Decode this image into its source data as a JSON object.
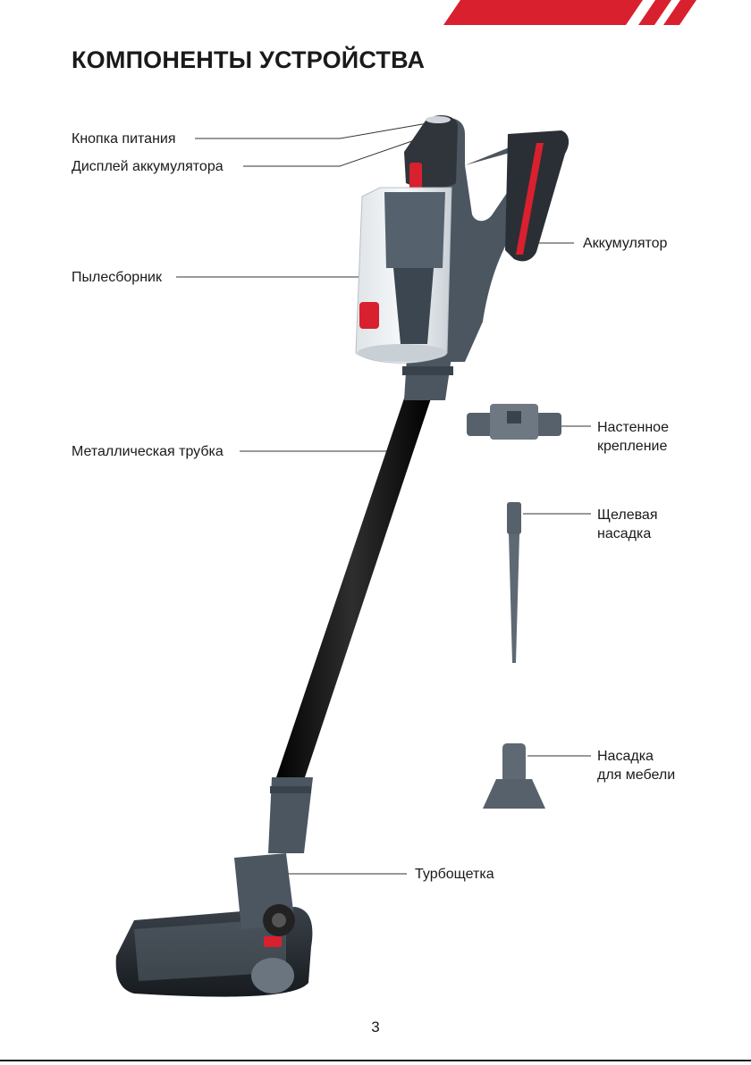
{
  "page": {
    "title": "КОМПОНЕНТЫ УСТРОЙСТВА",
    "page_number": "3"
  },
  "colors": {
    "accent": "#d9202e",
    "body_grey": "#4b5661",
    "tube_black": "#141414",
    "text": "#1a1a1a"
  },
  "labels": {
    "power_button": "Кнопка питания",
    "battery_display": "Дисплей аккумулятора",
    "dust_bin": "Пылесборник",
    "metal_tube": "Металлическая трубка",
    "battery": "Аккумулятор",
    "wall_mount": "Настенное\nкрепление",
    "crevice_nozzle": "Щелевая\nнасадка",
    "furniture_nozzle": "Насадка\nдля мебели",
    "turbo_brush": "Турбощетка"
  }
}
